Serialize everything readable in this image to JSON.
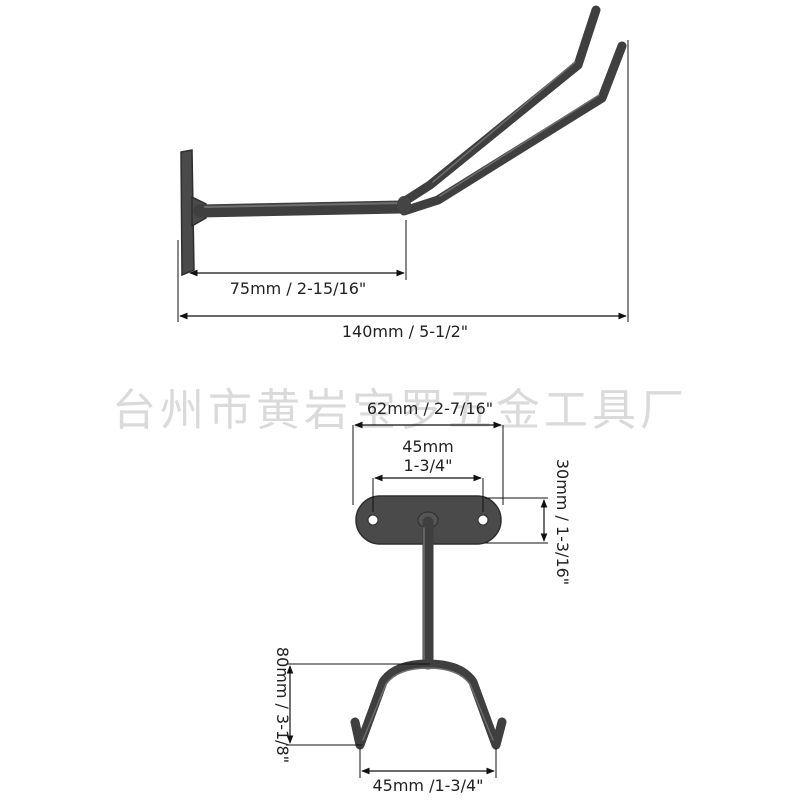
{
  "watermark": "台州市黄岩宝罗五金工具厂",
  "colors": {
    "metal": "#3f3f3f",
    "dimension": "#111111",
    "watermark": "#bdbdbd"
  },
  "side_view": {
    "arm_length": "75mm / 2-15/16\"",
    "total_length": "140mm / 5-1/2\""
  },
  "front_view": {
    "plate_width": "62mm / 2-7/16\"",
    "hole_spacing_mm": "45mm",
    "hole_spacing_in": "1-3/4\"",
    "plate_height": "30mm / 1-3/16\"",
    "hook_height": "80mm / 3-1/8\"",
    "hook_spread": "45mm /1-3/4\""
  }
}
